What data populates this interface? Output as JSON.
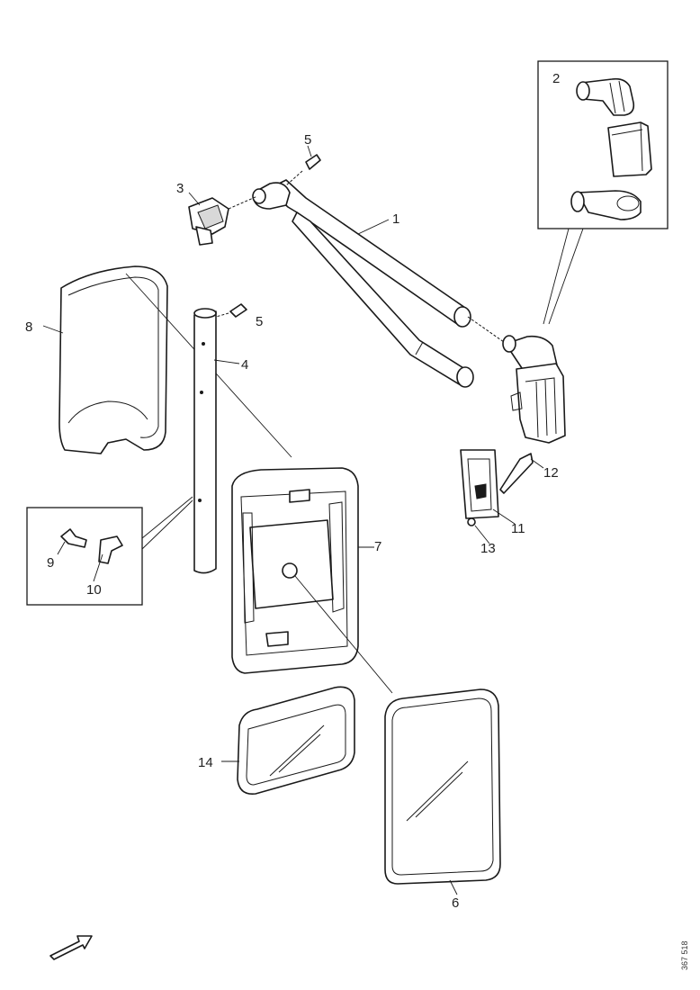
{
  "callouts": [
    "1",
    "2",
    "3",
    "4",
    "5",
    "5",
    "6",
    "7",
    "8",
    "9",
    "10",
    "11",
    "12",
    "13",
    "14"
  ],
  "ref_code": "367 518"
}
